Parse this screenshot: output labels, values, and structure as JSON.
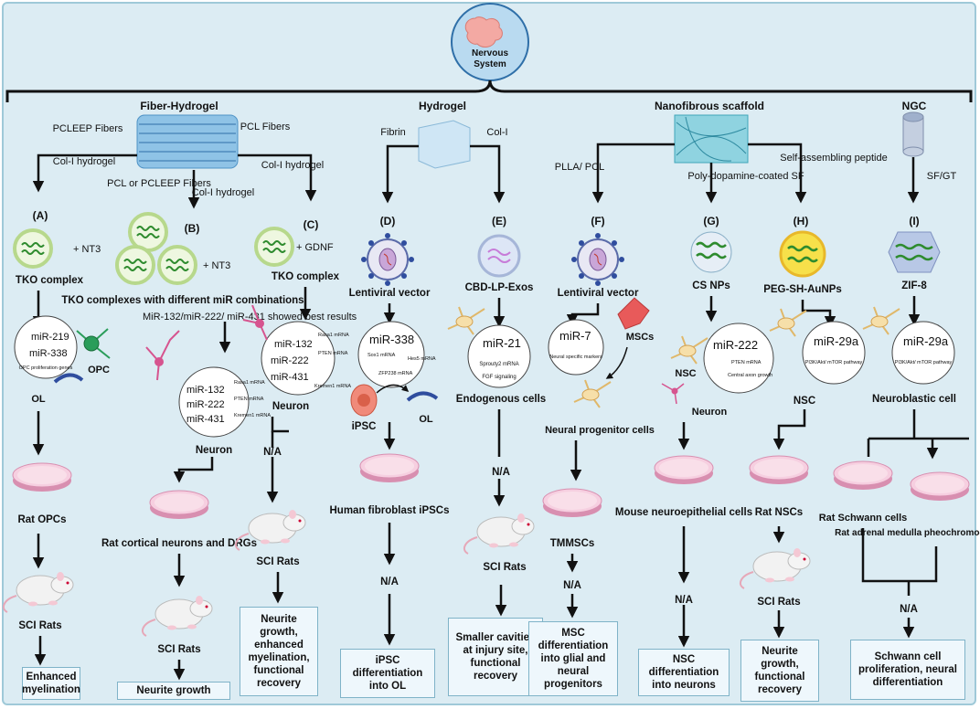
{
  "root": {
    "label": "Nervous System"
  },
  "categories": {
    "fiber_hydrogel": "Fiber-Hydrogel",
    "hydrogel": "Hydrogel",
    "nanofibrous": "Nanofibrous scaffold",
    "ngc": "NGC"
  },
  "edges": {
    "pcleep_fibers": "PCLEEP Fibers",
    "col_i_hydrogel_a": "Col-I hydrogel",
    "pcl_or_pcleep": "PCL or PCLEEP Fibers",
    "col_i_hydrogel_b": "Col-I hydrogel",
    "pcl_fibers": "PCL Fibers",
    "col_i_hydrogel_c": "Col-I hydrogel",
    "fibrin": "Fibrin",
    "col_i_e": "Col-I",
    "plla_pcl": "PLLA/ PCL",
    "poly_dopamine_sf": "Poly-dopamine-coated SF",
    "self_assembling": "Self-assembling peptide",
    "sf_gt": "SF/GT"
  },
  "branches": [
    {
      "letter": "(A)",
      "extra": "+ NT3",
      "carrier": "TKO complex",
      "mirs": [
        "miR-219",
        "miR-338"
      ],
      "target": "OPC proliferation genes",
      "cell1": "OPC",
      "cell2": "OL",
      "model": "Rat OPCs",
      "animal": "SCI Rats",
      "outcome": "Enhanced myelination"
    },
    {
      "letter": "(B)",
      "extra": "+ NT3",
      "carrier": "TKO complexes with different miR combinations",
      "note": "MiR-132/miR-222/ miR-431 showed best results",
      "mirs": [
        "miR-132",
        "miR-222",
        "miR-431"
      ],
      "targets": [
        "Rasa1 mRNA",
        "PTEN mRNA",
        "Kremen1 mRNA"
      ],
      "cell": "Neuron",
      "model": "Rat cortical neurons and DRGs",
      "animal": "SCI Rats",
      "outcome": "Neurite growth"
    },
    {
      "letter": "(C)",
      "extra": "+ GDNF",
      "carrier": "TKO complex",
      "mirs": [
        "miR-132",
        "miR-222",
        "miR-431"
      ],
      "targets": [
        "Rasa1 mRNA",
        "PTEN mRNA",
        "Kremen1 mRNA"
      ],
      "cell": "Neuron",
      "na": "N/A",
      "animal": "SCI Rats",
      "outcome": "Neurite growth, enhanced myelination, functional recovery"
    },
    {
      "letter": "(D)",
      "carrier": "Lentiviral vector",
      "mirs": [
        "miR-338"
      ],
      "targets": [
        "Sox1 mRNA",
        "Hes5 mRNA",
        "ZFP238 mRNA"
      ],
      "cell1": "iPSC",
      "cell2": "OL",
      "model": "Human fibroblast iPSCs",
      "na": "N/A",
      "outcome": "iPSC differentiation into OL"
    },
    {
      "letter": "(E)",
      "carrier": "CBD-LP-Exos",
      "mirs": [
        "miR-21"
      ],
      "targets": [
        "Sprouty2 mRNA",
        "FGF signaling"
      ],
      "cell": "Endogenous cells",
      "na": "N/A",
      "animal": "SCI Rats",
      "outcome": "Smaller cavities at injury site, functional recovery"
    },
    {
      "letter": "(F)",
      "carrier": "Lentiviral vector",
      "mirs": [
        "miR-7"
      ],
      "targets": [
        "Neural specific markers"
      ],
      "cell1": "MSCs",
      "cell2": "Neural progenitor cells",
      "model": "TMMSCs",
      "na": "N/A",
      "outcome": "MSC differentiation into glial and neural progenitors"
    },
    {
      "letter": "(G)",
      "carrier": "CS NPs",
      "mirs": [
        "miR-222"
      ],
      "targets": [
        "PTEN mRNA",
        "Central axon growth"
      ],
      "cell1": "NSC",
      "cell2": "Neuron",
      "model": "Mouse neuroepithelial cells",
      "na": "N/A",
      "outcome": "NSC differentiation into neurons"
    },
    {
      "letter": "(H)",
      "carrier": "PEG-SH-AuNPs",
      "mirs": [
        "miR-29a"
      ],
      "targets": [
        "PI3K/Akt/ mTOR pathway"
      ],
      "cell": "NSC",
      "model": "Rat NSCs",
      "animal": "SCI Rats",
      "outcome": "Neurite growth, functional recovery"
    },
    {
      "letter": "(I)",
      "carrier": "ZIF-8",
      "mirs": [
        "miR-29a"
      ],
      "targets": [
        "PI3K/Akt/ mTOR pathway"
      ],
      "cell": "Neuroblastic cell",
      "model1": "Rat Schwann cells",
      "model2": "Rat adrenal medulla pheochromo-cytoma cells",
      "na": "N/A",
      "outcome": "Schwann cell proliferation, neural differentiation"
    }
  ],
  "colors": {
    "panel_bg": "#dcecf3",
    "panel_border": "#9fc9d8",
    "outcome_bg": "#eef7fc",
    "arrow": "#111111",
    "gene_green": "#2e8b2e",
    "mrna_red": "#c0392b",
    "dish_pink": "#f6cfe0"
  }
}
